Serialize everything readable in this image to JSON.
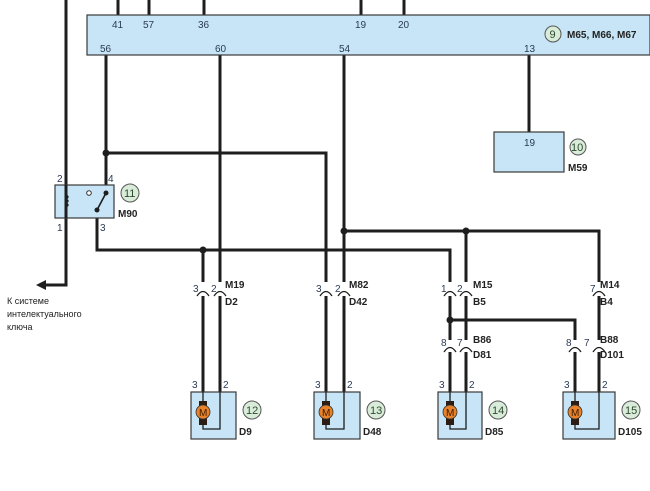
{
  "main_unit": {
    "number": "9",
    "label": "M65, M66, M67",
    "top_pins": [
      "41",
      "57",
      "36",
      "19",
      "20"
    ],
    "bottom_pins": [
      "56",
      "60",
      "54",
      "13"
    ]
  },
  "unit_m59": {
    "number": "10",
    "label": "M59",
    "pin": "19"
  },
  "relay": {
    "number": "11",
    "label": "M90",
    "pins": {
      "p1": "1",
      "p2": "2",
      "p3": "3",
      "p4": "4"
    }
  },
  "note": {
    "lines": [
      "К системе",
      "интелектуального",
      "ключа"
    ]
  },
  "connectors": [
    {
      "label_top": "M19",
      "label_bottom": "D2",
      "pin_left": "3",
      "pin_right": "2"
    },
    {
      "label_top": "M82",
      "label_bottom": "D42",
      "pin_left": "3",
      "pin_right": "2"
    },
    {
      "label_top": "M15",
      "label_bottom": "B5",
      "pin_left": "1",
      "pin_right": "2"
    },
    {
      "label_top": "M14",
      "label_bottom": "B4",
      "pin_left": "",
      "pin_right": "7"
    },
    {
      "label_top": "B86",
      "label_bottom": "D81",
      "pin_left": "8",
      "pin_right": "7"
    },
    {
      "label_top": "B88",
      "label_bottom": "D101",
      "pin_left": "8",
      "pin_right": "7"
    }
  ],
  "motors": [
    {
      "number": "12",
      "label": "D9",
      "pin_left": "3",
      "pin_right": "2",
      "symbol": "M"
    },
    {
      "number": "13",
      "label": "D48",
      "pin_left": "3",
      "pin_right": "2",
      "symbol": "M"
    },
    {
      "number": "14",
      "label": "D85",
      "pin_left": "3",
      "pin_right": "2",
      "symbol": "M"
    },
    {
      "number": "15",
      "label": "D105",
      "pin_left": "3",
      "pin_right": "2",
      "symbol": "M"
    }
  ],
  "colors": {
    "box_fill": "#c7e5f6",
    "badge_fill": "#d9ecd9",
    "motor_fill": "#e8822a",
    "wire": "#1e1e1e"
  }
}
